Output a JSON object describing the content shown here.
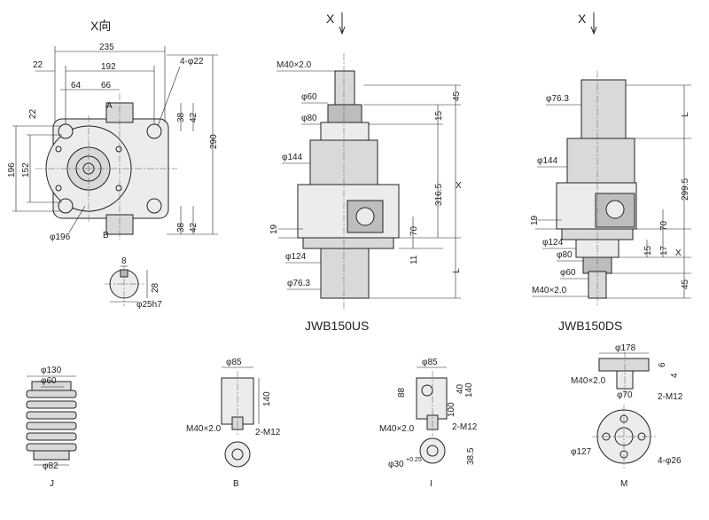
{
  "top_view": {
    "heading": "X向",
    "dims": {
      "w235": "235",
      "w192": "192",
      "w22": "22",
      "w64": "64",
      "w66": "66",
      "holes": "4-φ22",
      "v38a": "38",
      "v42a": "42",
      "v290": "290",
      "v22": "22",
      "v196": "196",
      "v152": "152",
      "v38b": "38",
      "v42b": "42",
      "d196": "φ196",
      "label_a": "A",
      "label_b": "B"
    }
  },
  "shaft_end": {
    "d8": "8",
    "d28": "28",
    "d25": "φ25h7"
  },
  "us_view": {
    "arrow": "X",
    "model": "JWB150US",
    "dims": {
      "m40": "M40×2.0",
      "d60": "φ60",
      "d80": "φ80",
      "d144": "φ144",
      "d124": "φ124",
      "d763": "φ76.3",
      "v45": "45",
      "v15": "15",
      "v3165": "316.5",
      "vx": "X",
      "v70": "70",
      "v19": "19",
      "v11": "11",
      "vl": "L"
    }
  },
  "ds_view": {
    "arrow": "X",
    "model": "JWB150DS",
    "dims": {
      "d763": "φ76.3",
      "d144": "φ144",
      "d124": "φ124",
      "d80": "φ80",
      "d60": "φ60",
      "m40": "M40×2.0",
      "vl": "L",
      "v2995": "299.5",
      "v70": "70",
      "v19": "19",
      "v15": "15",
      "v17": "17",
      "vx": "X",
      "v45": "45"
    }
  },
  "detail_j": {
    "label": "J",
    "d130": "φ130",
    "d60": "φ60",
    "d82": "φ82"
  },
  "detail_b": {
    "label": "B",
    "d85": "φ85",
    "v140": "140",
    "m40": "M40×2.0",
    "m12": "2-M12"
  },
  "detail_i": {
    "label": "I",
    "d85": "φ85",
    "v88": "88",
    "v100": "100",
    "v40": "40",
    "v140": "140",
    "m40": "M40×2.0",
    "m12": "2-M12",
    "d30": "φ30",
    "tol": "+0.25",
    "v385": "38.5"
  },
  "detail_m": {
    "label": "M",
    "d178": "φ178",
    "v6": "6",
    "v4": "4",
    "m40": "M40×2.0",
    "d70": "φ70",
    "m12": "2-M12",
    "d127": "φ127",
    "holes": "4-φ26"
  }
}
